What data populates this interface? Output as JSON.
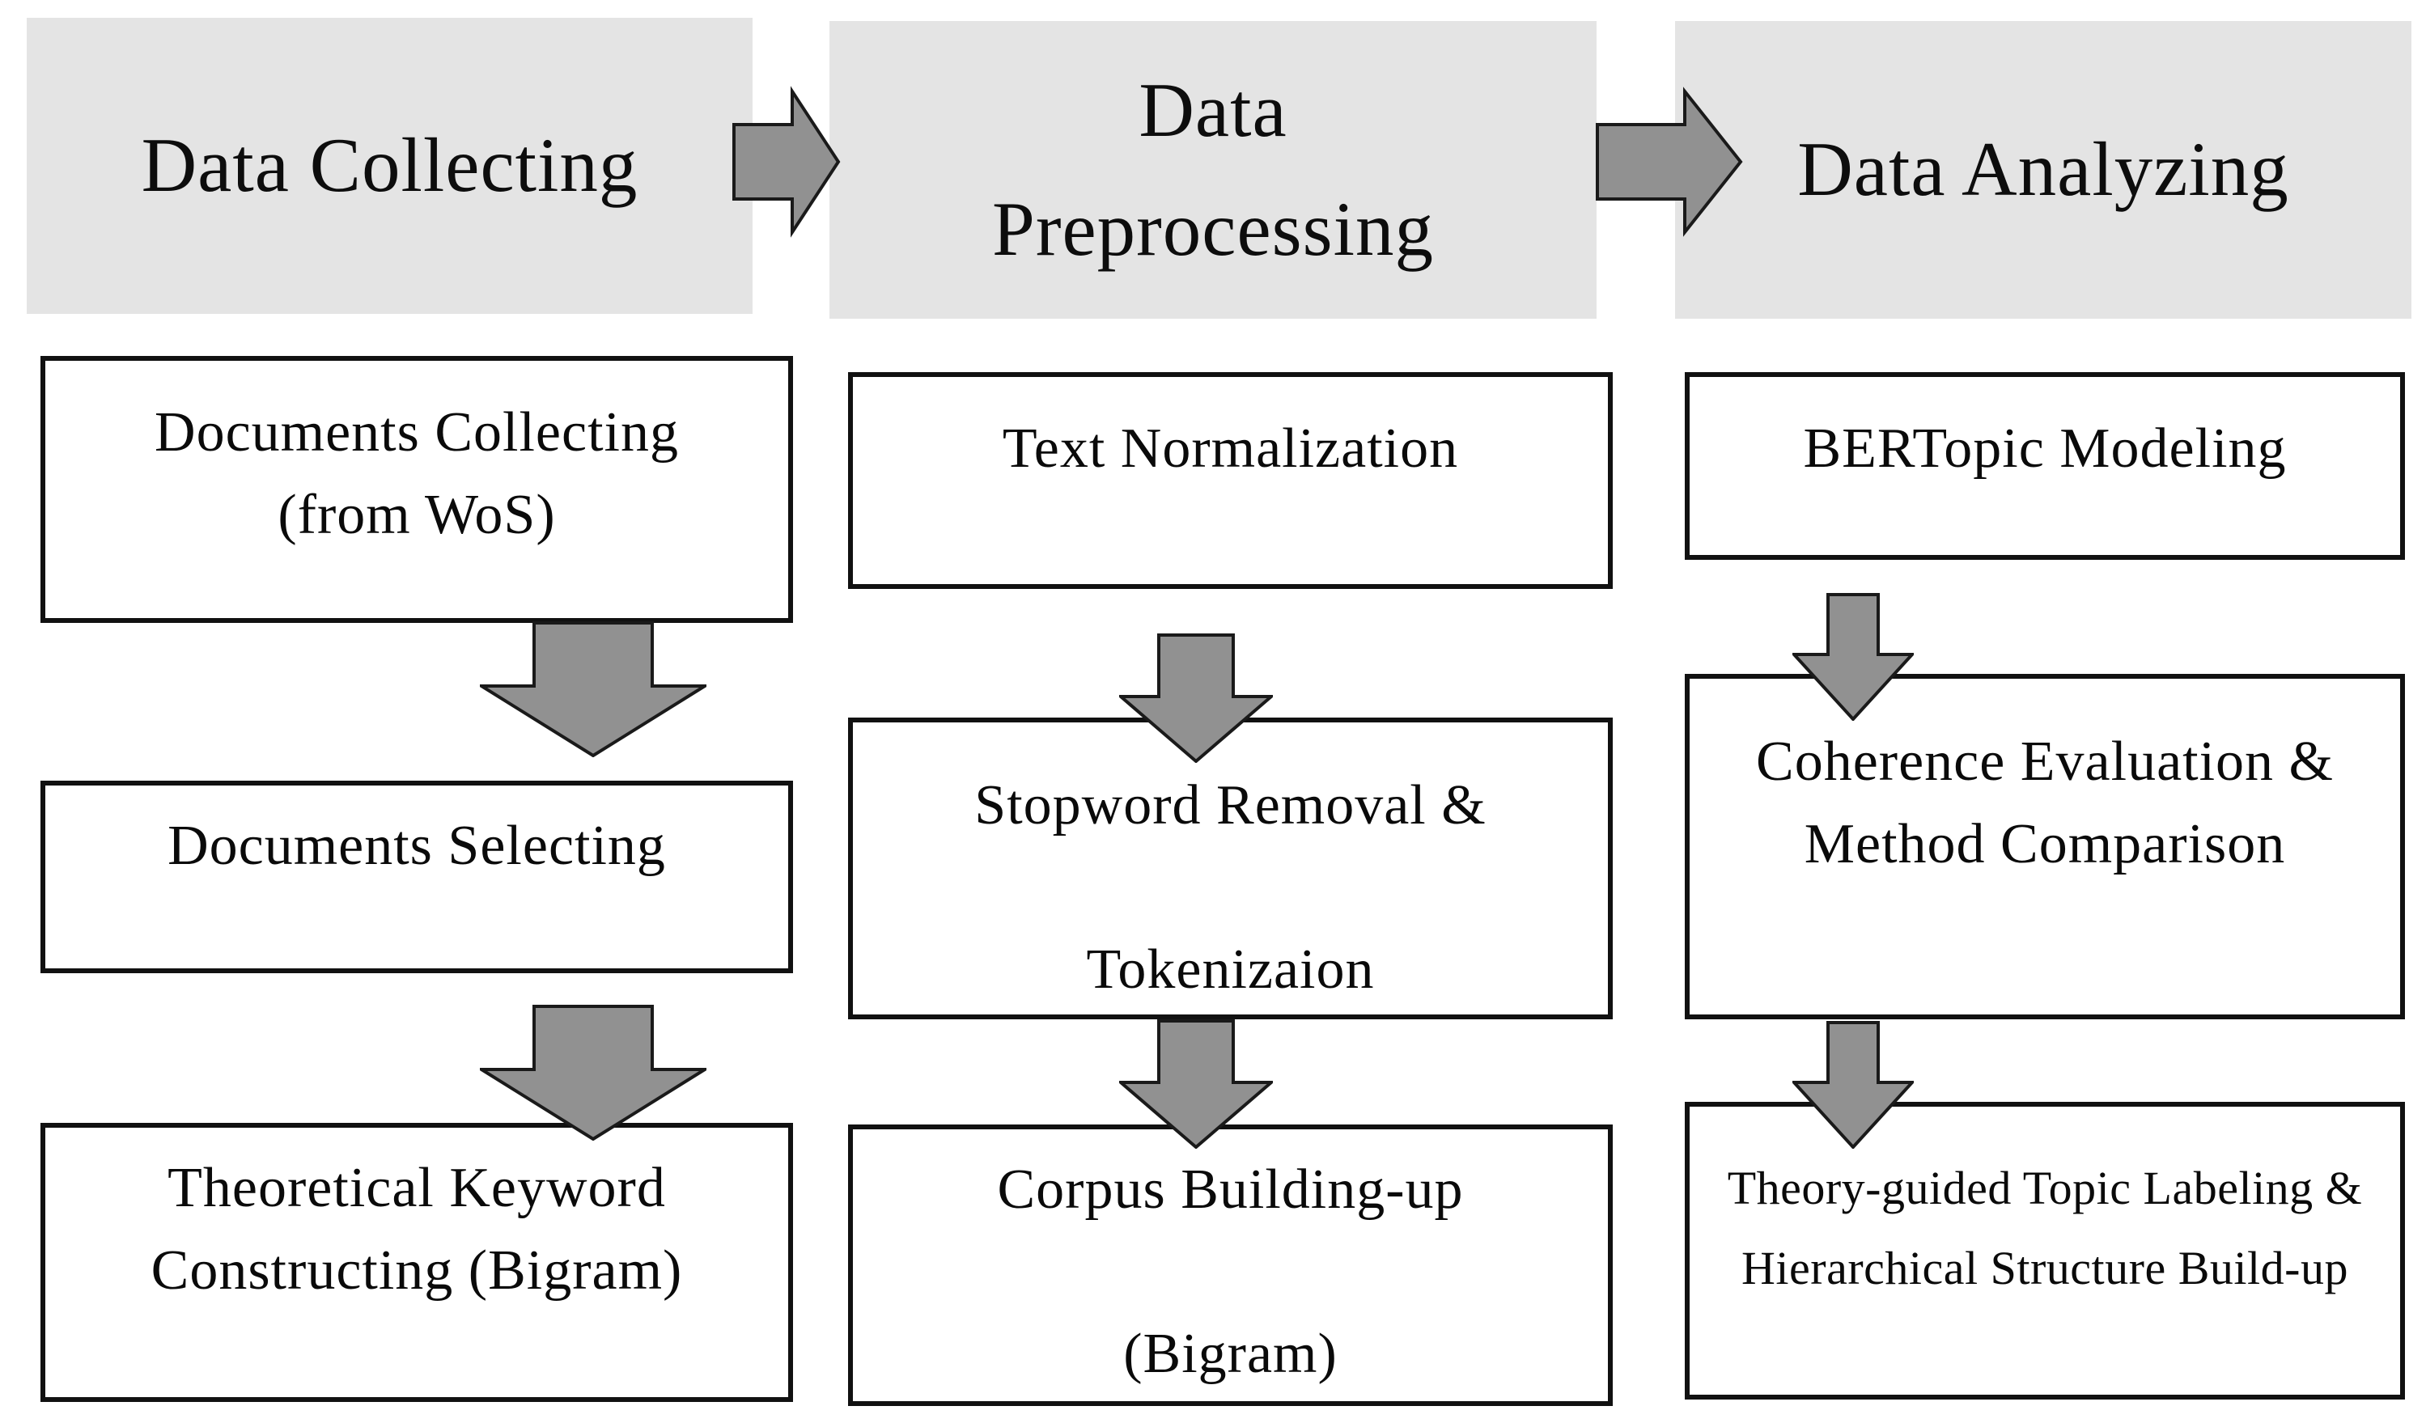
{
  "title": "Topic modeling research workflow diagram",
  "colors": {
    "header_bg": "#e4e4e4",
    "box_bg": "#ffffff",
    "box_border": "#111111",
    "arrow_fill": "#919191",
    "arrow_stroke": "#1a1a1a",
    "text": "#000000"
  },
  "icons": {
    "right_arrow": "right-arrow-icon",
    "down_arrow": "down-arrow-icon"
  },
  "columns": [
    {
      "header": {
        "lines": [
          "Data Collecting"
        ]
      },
      "boxes": [
        {
          "lines": [
            "Documents Collecting",
            "(from WoS)"
          ]
        },
        {
          "lines": [
            "Documents Selecting"
          ]
        },
        {
          "lines": [
            "Theoretical Keyword",
            "Constructing (Bigram)"
          ]
        }
      ]
    },
    {
      "header": {
        "lines": [
          "Data",
          "Preprocessing"
        ]
      },
      "boxes": [
        {
          "lines": [
            "Text Normalization"
          ]
        },
        {
          "lines": [
            "Stopword Removal &",
            "",
            "Tokenizaion"
          ]
        },
        {
          "lines": [
            "Corpus Building-up",
            "",
            "(Bigram)"
          ]
        }
      ]
    },
    {
      "header": {
        "lines": [
          "Data Analyzing"
        ]
      },
      "boxes": [
        {
          "lines": [
            "BERTopic Modeling"
          ]
        },
        {
          "lines": [
            "Coherence Evaluation &",
            "Method Comparison"
          ]
        },
        {
          "lines": [
            "Theory-guided Topic Labeling &",
            "Hierarchical Structure Build-up"
          ]
        }
      ]
    }
  ]
}
